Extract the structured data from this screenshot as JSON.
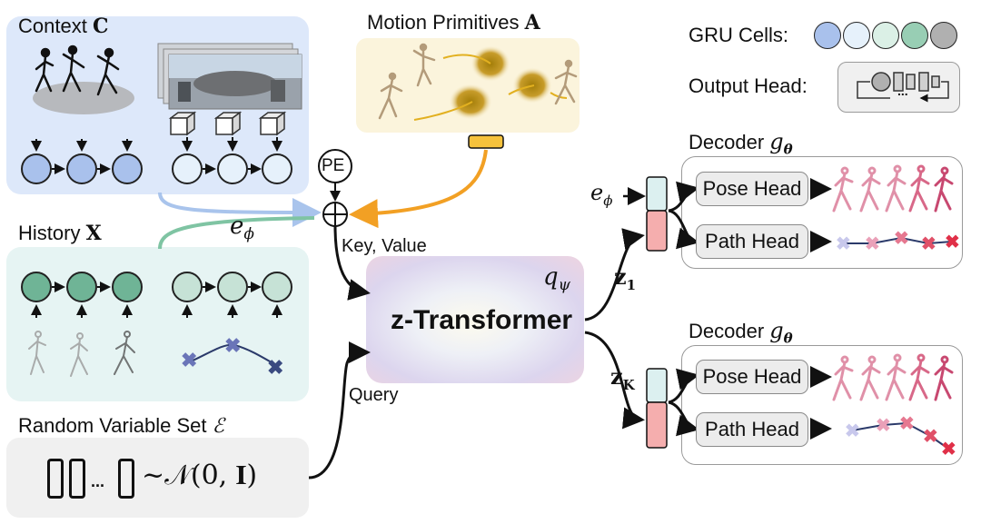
{
  "context": {
    "title": "Context",
    "symbol": "C"
  },
  "motion_primitives": {
    "title": "Motion Primitives",
    "symbol": "A"
  },
  "gru_cells": {
    "label": "GRU Cells:",
    "colors": [
      "#a9c1ec",
      "#e6f1fb",
      "#dbf0e6",
      "#98ceb4",
      "#b0b0b0"
    ]
  },
  "output_head": {
    "label": "Output Head:",
    "dots": "..."
  },
  "pe": {
    "label": "PE"
  },
  "embed": {
    "symbol": "e",
    "subscript": "ϕ"
  },
  "history": {
    "title": "History",
    "symbol": "X"
  },
  "key_value": {
    "label": "Key, Value"
  },
  "query": {
    "label": "Query"
  },
  "transformer": {
    "label": "z-Transformer",
    "symbol": "q",
    "subscript": "ψ"
  },
  "random_set": {
    "title": "Random Variable Set",
    "symbol": "ℰ",
    "dots": "...",
    "formula": "~𝒩(0, 𝐈)"
  },
  "decoders": [
    {
      "title": "Decoder",
      "symbol": "g",
      "subscript": "θ",
      "z_symbol": "z",
      "z_subscript": "1",
      "pose_head": "Pose Head",
      "path_head": "Path Head"
    },
    {
      "title": "Decoder",
      "symbol": "g",
      "subscript": "θ",
      "z_symbol": "z",
      "z_subscript": "K",
      "pose_head": "Pose Head",
      "path_head": "Path Head"
    }
  ],
  "colors": {
    "context_bg": "#dde8fa",
    "history_bg": "#e6f4f3",
    "motion_bg": "#fbf4dc",
    "random_bg": "#f0f0f0",
    "orange_arrow": "#f2a024",
    "blue_arrow": "#a9c4ec",
    "green_arrow": "#7fc4a3",
    "path_marker": "#e06070",
    "path_marker_light": "#b7bfe0"
  }
}
